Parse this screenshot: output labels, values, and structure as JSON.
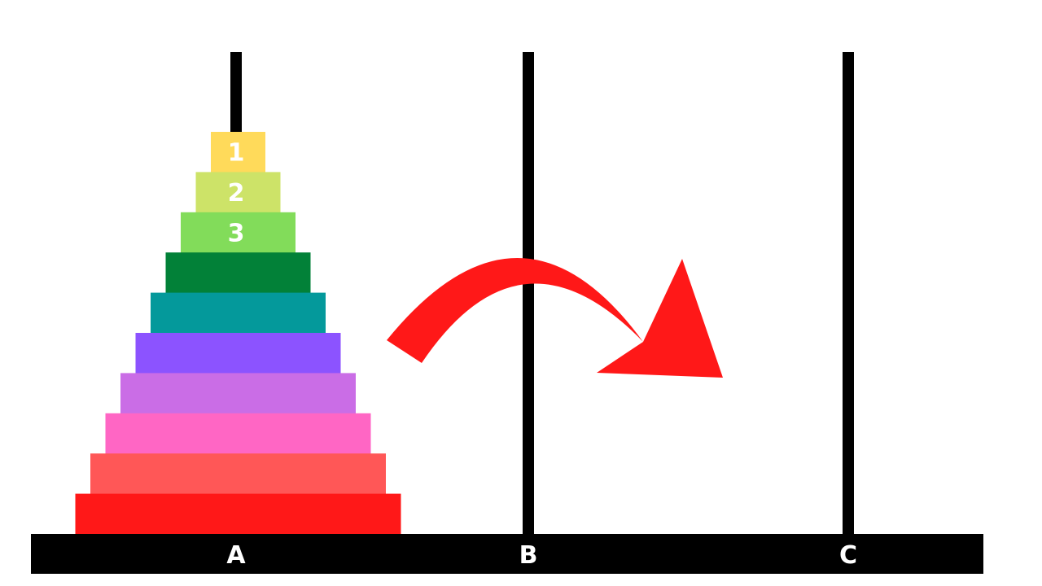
{
  "pegs": [
    {
      "label": "A"
    },
    {
      "label": "B"
    },
    {
      "label": "C"
    }
  ],
  "disks": [
    {
      "label": "1",
      "color": "#FFDA5A"
    },
    {
      "label": "2",
      "color": "#CDE368"
    },
    {
      "label": "3",
      "color": "#82DC5A"
    },
    {
      "label": "",
      "color": "#028138"
    },
    {
      "label": "",
      "color": "#04999B"
    },
    {
      "label": "",
      "color": "#8C53FF"
    },
    {
      "label": "",
      "color": "#CA6DE6"
    },
    {
      "label": "",
      "color": "#FF66C4"
    },
    {
      "label": "",
      "color": "#FF5757"
    },
    {
      "label": "",
      "color": "#FF1818"
    }
  ],
  "colors": {
    "base": "#000000",
    "peg": "#000000",
    "arrow": "#FF1818"
  }
}
